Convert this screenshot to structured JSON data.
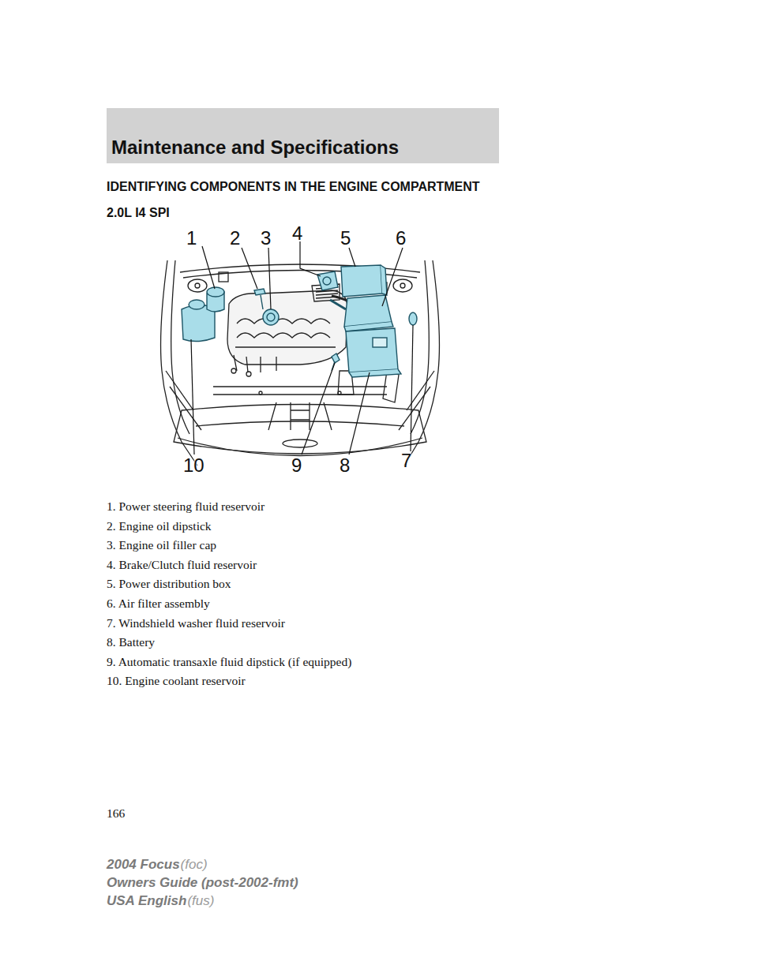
{
  "diagram": {
    "title": "IDENTIFYING COMPONENTS IN THE ENGINE COMPARTMENT",
    "nodes": [
      {
        "text": [
          "Maintenance and Specifications"
        ]
      }
    ],
    "labels": [
      "2.0L I4 SPI",
      "1",
      "2",
      "3",
      "4",
      "5",
      "6",
      "10",
      "9",
      "8",
      "7",
      "1. Power steering fluid reservoir",
      "2. Engine oil dipstick",
      "3. Engine oil filler cap",
      "4. Brake/Clutch fluid reservoir",
      "5. Power distribution box",
      "6. Air filter assembly",
      "7. Windshield washer fluid reservoir",
      "8. Battery",
      "9. Automatic transaxle fluid dipstick (if equipped)",
      "10. Engine coolant reservoir",
      "166",
      "2004 Focus",
      "(foc)",
      "Owners Guide (post-2002-fmt)",
      "USA English",
      "(fus)"
    ]
  }
}
